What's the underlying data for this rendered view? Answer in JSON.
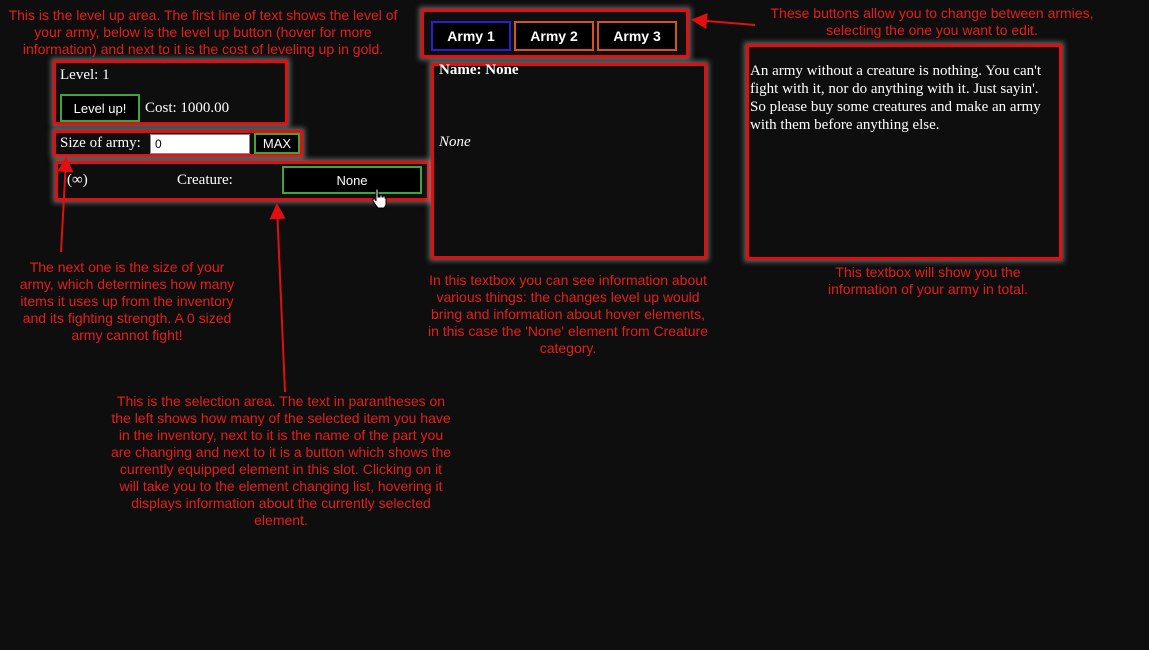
{
  "level_area": {
    "level_label": "Level: 1",
    "level_up_label": "Level up!",
    "cost_label": "Cost: 1000.00"
  },
  "size_area": {
    "label": "Size of army:",
    "value": "0",
    "max_label": "MAX"
  },
  "selection_area": {
    "count": "(∞)",
    "part_label": "Creature:",
    "element_label": "None"
  },
  "army_tabs": [
    "Army 1",
    "Army 2",
    "Army 3"
  ],
  "info_box": {
    "name": "Name: None",
    "description": "None"
  },
  "summary_box": {
    "text": "An army without a creature is nothing. You can't fight with it, nor do anything with it. Just sayin'. So please buy some creatures and make an army with them before anything else."
  },
  "notes": {
    "level": "This is the level up area. The first line of text shows the level of your army, below is the level up button (hover for more information) and next to it is the cost of leveling up in gold.",
    "size": "The next one is the size of your army, which determines how many items it uses up from the inventory and its fighting strength. A 0 sized army cannot fight!",
    "selection": "This is the selection area. The text in parantheses on the left shows how many of the selected item you have in the inventory, next to it is the name of the part you are changing and next to it is a button which shows the currently equipped element in this slot. Clicking on it will take you to the element changing list, hovering it displays information about the currently selected element.",
    "tabs": "These buttons allow you to change between armies, selecting the one you want to edit.",
    "info": "In this textbox you can see information about various things: the changes level up would bring and information about hover elements, in this case the 'None' element from Creature category.",
    "summary": "This textbox will show you the information of your army in total."
  },
  "colors": {
    "annotation": "#e61d1d",
    "frame": "#e01010",
    "green_border": "#3fa63f",
    "active_tab_border": "#2a1fd0",
    "tab_border": "#d2541e"
  }
}
